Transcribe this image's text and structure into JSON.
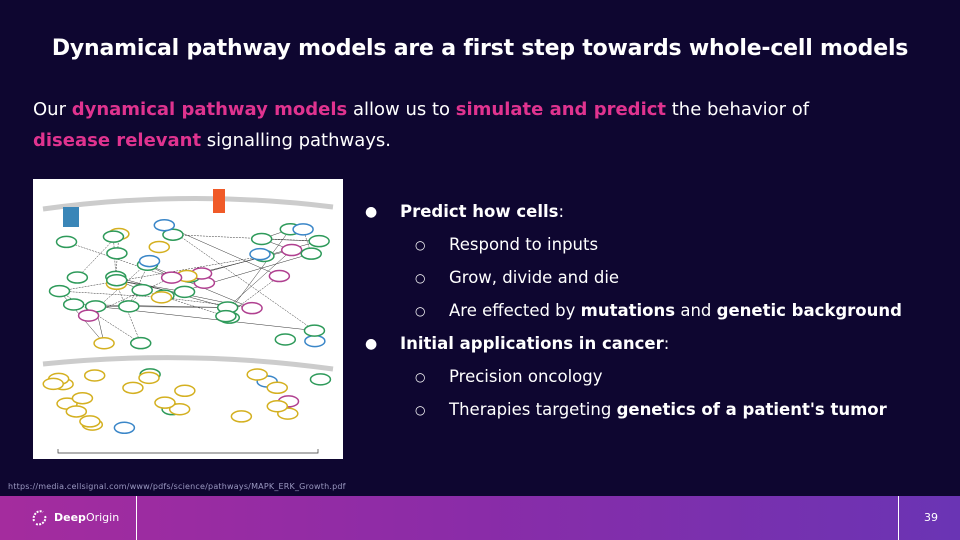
{
  "title": "Dynamical pathway models are a first step towards whole-cell models",
  "intro": {
    "p1": "Our ",
    "h1": "dynamical pathway models",
    "p2": " allow us to ",
    "h2": "simulate and predict",
    "p3": " the behavior of ",
    "h3": "disease relevant",
    "p4": " signalling pathways."
  },
  "figure": {
    "caption": "https://media.cellsignal.com/www/pdfs/science/pathways/MAPK_ERK_Growth.pdf"
  },
  "bullets": [
    {
      "pre": "",
      "bold": "Predict how cells",
      "post": ":",
      "children": [
        {
          "parts": [
            {
              "t": "Respond to inputs",
              "b": false
            }
          ]
        },
        {
          "parts": [
            {
              "t": "Grow, divide and die",
              "b": false
            }
          ]
        },
        {
          "parts": [
            {
              "t": "Are effected by ",
              "b": false
            },
            {
              "t": "mutations",
              "b": true
            },
            {
              "t": " and ",
              "b": false
            },
            {
              "t": "genetic background",
              "b": true
            }
          ]
        }
      ]
    },
    {
      "pre": "",
      "bold": "Initial applications in cancer",
      "post": ":",
      "children": [
        {
          "parts": [
            {
              "t": "Precision oncology",
              "b": false
            }
          ]
        },
        {
          "parts": [
            {
              "t": "Therapies targeting ",
              "b": false
            },
            {
              "t": "genetics of a patient's tumor",
              "b": true
            }
          ]
        }
      ]
    }
  ],
  "footer": {
    "logo_bold": "Deep",
    "logo_rest": "Origin",
    "page_number": "39"
  },
  "colors": {
    "accent": "#e0338f",
    "background": "#0e0630"
  }
}
